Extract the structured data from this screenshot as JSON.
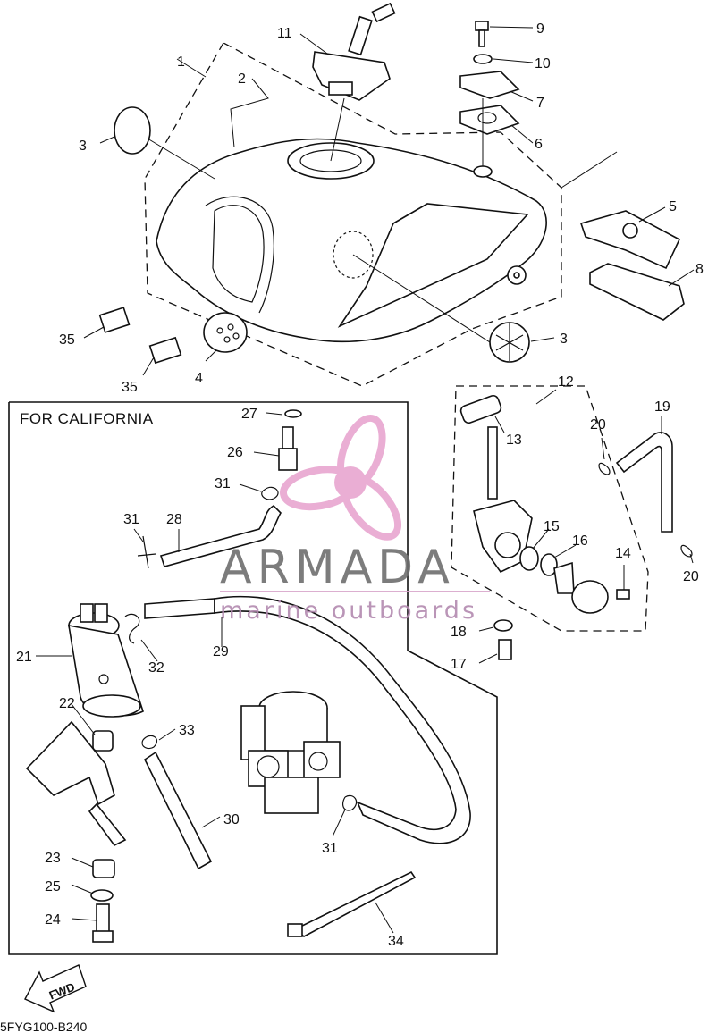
{
  "diagram": {
    "callout_box_title": "FOR CALIFORNIA",
    "drawing_code": "5FYG100-B240",
    "fwd_label": "FWD",
    "watermark": {
      "brand": "ARMADA",
      "tagline": "marine outboards",
      "color_logo": "#e8a6d0",
      "color_text": "#6e6e6e"
    },
    "part_labels": {
      "p1": "1",
      "p2": "2",
      "p3a": "3",
      "p3b": "3",
      "p4": "4",
      "p5": "5",
      "p6": "6",
      "p7": "7",
      "p8": "8",
      "p9": "9",
      "p10": "10",
      "p11": "11",
      "p12": "12",
      "p13": "13",
      "p14": "14",
      "p15": "15",
      "p16": "16",
      "p17": "17",
      "p18": "18",
      "p19": "19",
      "p20a": "20",
      "p20b": "20",
      "p21": "21",
      "p22": "22",
      "p23": "23",
      "p24": "24",
      "p25": "25",
      "p26": "26",
      "p27": "27",
      "p28": "28",
      "p29": "29",
      "p30": "30",
      "p31a": "31",
      "p31b": "31",
      "p31c": "31",
      "p32": "32",
      "p33": "33",
      "p34": "34",
      "p35a": "35",
      "p35b": "35"
    }
  }
}
